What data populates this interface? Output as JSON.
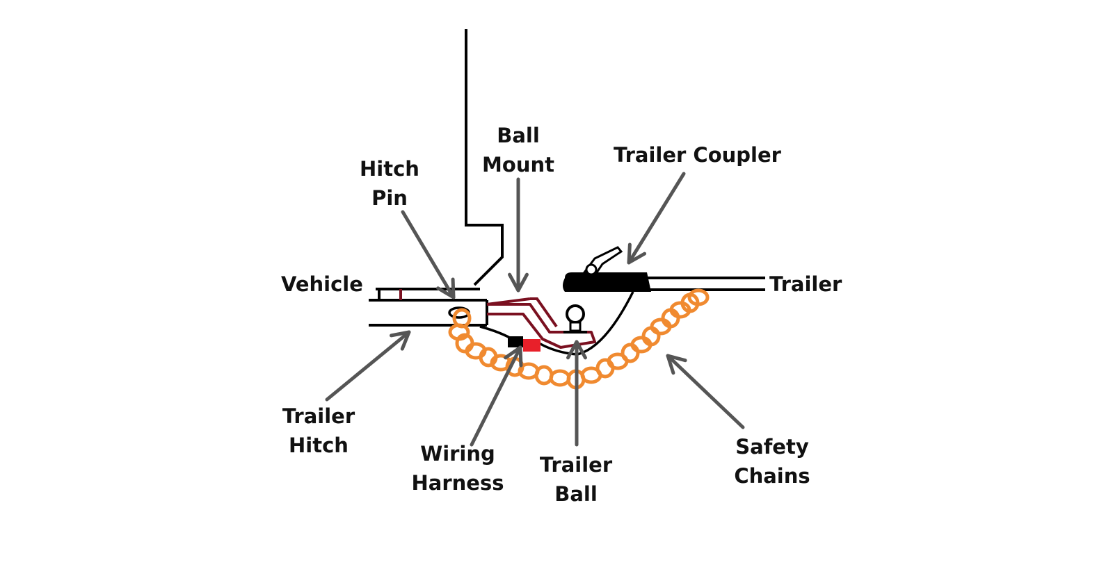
{
  "colors": {
    "line": "#000000",
    "ball_mount": "#7a1020",
    "chain": "#f08a30",
    "arrow": "#555555",
    "plug_black": "#000000",
    "plug_red": "#e8202a",
    "background": "#ffffff"
  },
  "labels": {
    "vehicle": "Vehicle",
    "trailer": "Trailer",
    "hitch_pin": [
      "Hitch",
      "Pin"
    ],
    "ball_mount": [
      "Ball",
      "Mount"
    ],
    "trailer_coupler": "Trailer Coupler",
    "trailer_hitch": [
      "Trailer",
      "Hitch"
    ],
    "wiring_harness": [
      "Wiring",
      "Harness"
    ],
    "trailer_ball": [
      "Trailer",
      "Ball"
    ],
    "safety_chains": [
      "Safety",
      "Chains"
    ]
  }
}
